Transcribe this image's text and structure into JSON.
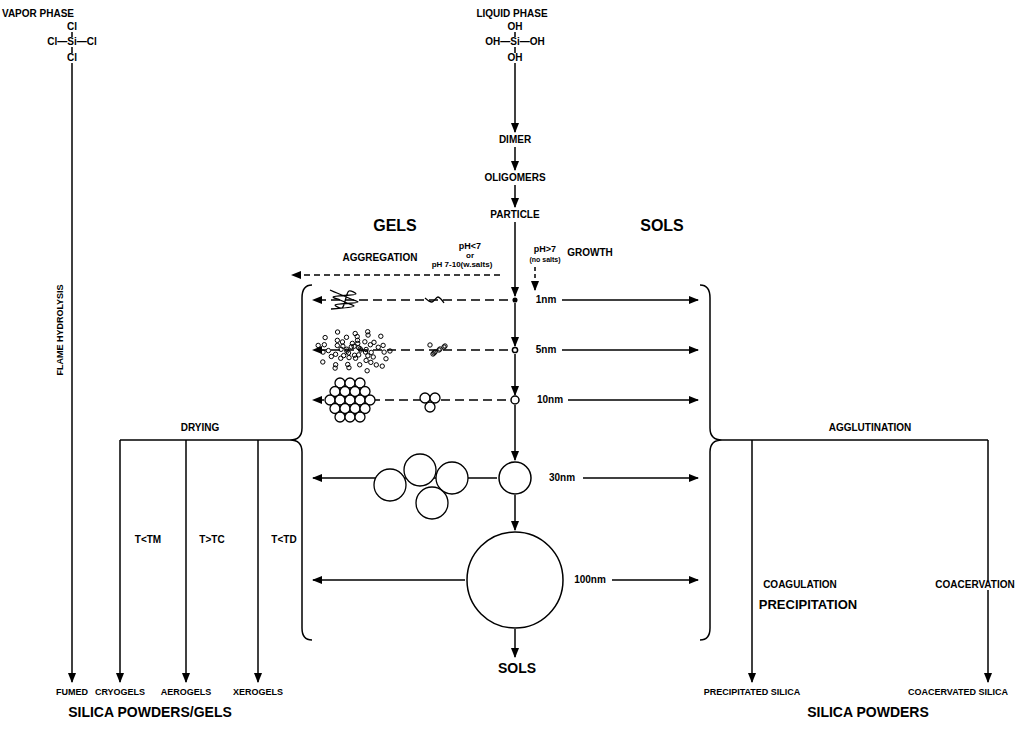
{
  "diagram": {
    "labels": [
      "VAPOR PHASE",
      "Cl",
      "Cl—Si—Cl",
      "Cl",
      "FLAME HYDROLYSIS",
      "LIQUID PHASE",
      "OH",
      "OH—Si—OH",
      "OH",
      "DIMER",
      "OLIGOMERS",
      "PARTICLE",
      "GELS",
      "SOLS",
      "AGGREGATION",
      "pH<7",
      "or",
      "pH 7-10(w.salts)",
      "pH>7",
      "(no salts)",
      "GROWTH",
      "1nm",
      "5nm",
      "10nm",
      "30nm",
      "100nm",
      "DRYING",
      "T<TM",
      "T>TC",
      "T<TD",
      "FUMED",
      "CRYOGELS",
      "AEROGELS",
      "XEROGELS",
      "SILICA POWDERS/GELS",
      "AGGLUTINATION",
      "COAGULATION",
      "PRECIPITATION",
      "COACERVATION",
      "PRECIPITATED SILICA",
      "COACERVATED SILICA",
      "SILICA POWDERS",
      "SOLS"
    ]
  }
}
